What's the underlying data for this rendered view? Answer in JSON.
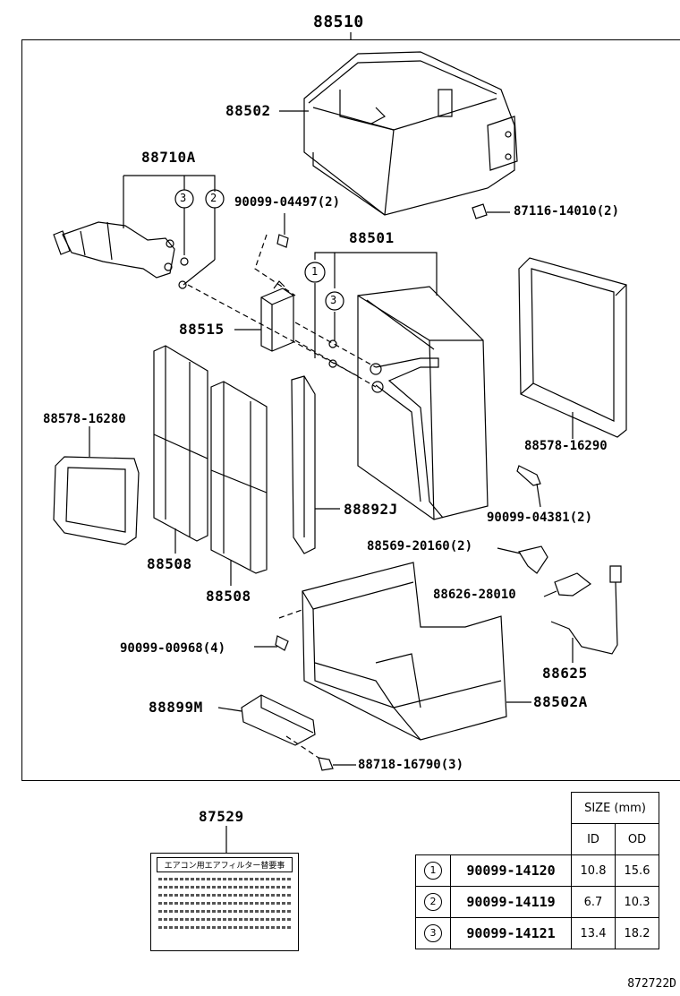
{
  "diagram": {
    "assembly_label": "88510",
    "parts": {
      "p88502": "88502",
      "p88710A": "88710A",
      "p90099_04497": "90099-04497(2)",
      "p88501": "88501",
      "p87116": "87116-14010(2)",
      "p88515": "88515",
      "p88578_16280": "88578-16280",
      "p88578_16290": "88578-16290",
      "p88892J": "88892J",
      "p90099_04381": "90099-04381(2)",
      "p88508a": "88508",
      "p88508b": "88508",
      "p88569": "88569-20160(2)",
      "p88626": "88626-28010",
      "p90099_00968": "90099-00968(4)",
      "p88625": "88625",
      "p88899M": "88899M",
      "p88502A": "88502A",
      "p88718": "88718-16790(3)",
      "p87529": "87529"
    },
    "callouts": {
      "c1": "1",
      "c2": "2",
      "c3a": "3",
      "c3b": "3"
    },
    "sticker": {
      "title": "エアコン用エアフィルター替要事"
    },
    "size_table": {
      "header": "SIZE (mm)",
      "col_id": "ID",
      "col_od": "OD",
      "rows": [
        {
          "num": "1",
          "part": "90099-14120",
          "id": "10.8",
          "od": "15.6"
        },
        {
          "num": "2",
          "part": "90099-14119",
          "id": "6.7",
          "od": "10.3"
        },
        {
          "num": "3",
          "part": "90099-14121",
          "id": "13.4",
          "od": "18.2"
        }
      ]
    },
    "figure_code": "872722D"
  }
}
